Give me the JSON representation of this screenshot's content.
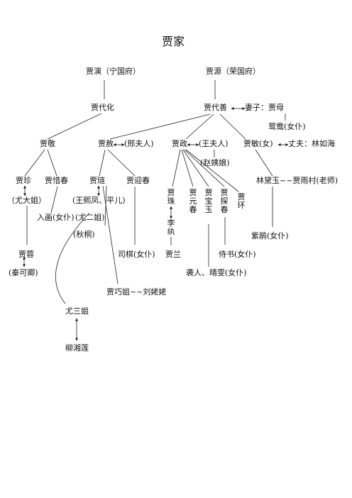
{
  "title": "贾家",
  "nodes": {
    "jia_yan": "贾演（宁国府）",
    "jia_yuan": "贾源（荣国府）",
    "jia_daihua": "贾代化",
    "jia_daishan": "贾代善",
    "wife_jiamu": "妻子：贾母",
    "yuanyang": "鸳鸯(女仆)",
    "jia_jing": "贾敬",
    "jia_she": "贾赦",
    "lady_xing": "(邢夫人)",
    "jia_zheng": "贾政",
    "lady_wang": "(王夫人)",
    "concubine_zhao": "(赵姨娘)",
    "jia_min": "贾敏(女)",
    "husband_lin": "丈夫：林如海",
    "jia_zhen": "贾珍",
    "jia_xichun": "贾惜春",
    "jia_lian": "贾琏",
    "jia_yingchun": "贾迎春",
    "lin_daiyu": "林黛玉~~贾雨村(老师)",
    "you_dajie": "（尤大姐）",
    "wang_xifeng": "(王熙凤、平儿)",
    "ruhua": "入画(女仆)",
    "you_erjie": "(尤二姐)",
    "qiutong": "(秋桐)",
    "jia_zhu": "贾珠",
    "li_wan": "李纨",
    "jia_yuanchun": "贾元春",
    "jia_baoyu": "贾宝玉",
    "jia_tanchun": "贾探春",
    "jia_huan": "贾环",
    "zijuan": "紫鹃(女仆)",
    "jia_rong": "贾蓉",
    "qin_keqing": "(秦可卿)",
    "siqi": "司棋(女仆)",
    "jia_lan": "贾兰",
    "daishu": "侍书(女仆)",
    "xiren_qingwen": "袭人、晴雯(女仆)",
    "qiaojie": "贾巧姐~~刘姥姥",
    "you_sanjie": "尤三姐",
    "liu_xianglian": "柳湘莲"
  }
}
